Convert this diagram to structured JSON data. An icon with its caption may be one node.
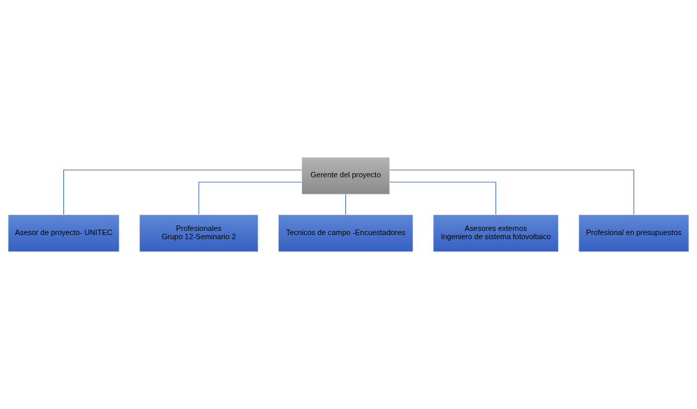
{
  "diagram": {
    "nodes": [
      {
        "text": [
          "Gerente del proyecto"
        ]
      },
      {
        "text": [
          "Asesor de proyecto- UNITEC"
        ]
      },
      {
        "text": [
          "Profesionales",
          "Grupo 12-Seminario 2"
        ]
      },
      {
        "text": [
          "Tecnicos de campo -Encuestadores"
        ]
      },
      {
        "text": [
          "Asesores externos",
          "Ingeniero de sistema fotovoltaico"
        ]
      },
      {
        "text": [
          "Profesional en presupuestos"
        ]
      }
    ],
    "edges": [
      {
        "from": 0,
        "to": 1,
        "arrow": "none"
      },
      {
        "from": 0,
        "to": 2,
        "arrow": "none"
      },
      {
        "from": 0,
        "to": 3,
        "arrow": "none"
      },
      {
        "from": 0,
        "to": 4,
        "arrow": "none"
      },
      {
        "from": 0,
        "to": 5,
        "arrow": "none"
      }
    ]
  }
}
